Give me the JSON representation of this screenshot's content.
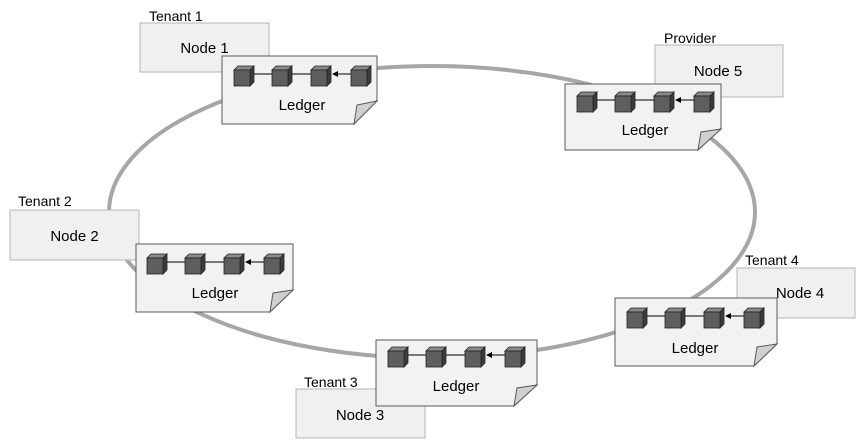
{
  "colors": {
    "ring": "#a6a6a6",
    "node_fill": "#f0f0f0",
    "node_stroke": "#b4b4b4",
    "ledger_fill": "#f2f2f2",
    "ledger_stroke": "#5a5a5a",
    "block_front": "#5e5e5e",
    "block_top": "#8a8a8a",
    "block_side": "#3c3c3c"
  },
  "ring": {
    "shape": "ellipse"
  },
  "nodes": [
    {
      "owner": "Tenant 1",
      "label": "Node 1",
      "ledger_label": "Ledger",
      "icon": "blockchain-icon"
    },
    {
      "owner": "Provider",
      "label": "Node 5",
      "ledger_label": "Ledger",
      "icon": "blockchain-icon"
    },
    {
      "owner": "Tenant 2",
      "label": "Node 2",
      "ledger_label": "Ledger",
      "icon": "blockchain-icon"
    },
    {
      "owner": "Tenant 4",
      "label": "Node 4",
      "ledger_label": "Ledger",
      "icon": "blockchain-icon"
    },
    {
      "owner": "Tenant 3",
      "label": "Node 3",
      "ledger_label": "Ledger",
      "icon": "blockchain-icon"
    }
  ]
}
